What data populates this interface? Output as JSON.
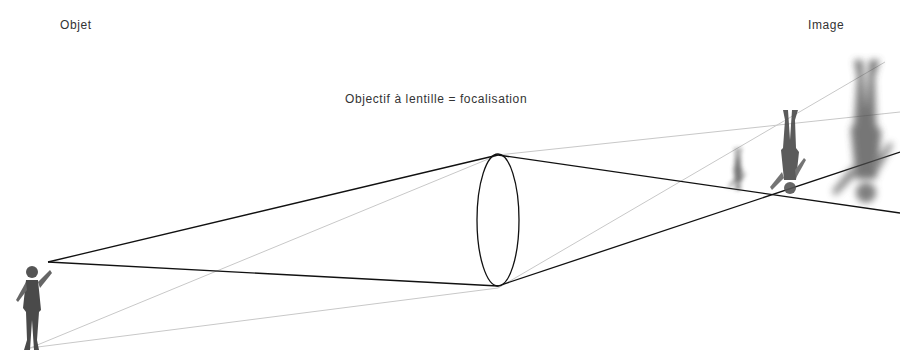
{
  "diagram": {
    "labels": [
      "Objet",
      "Image",
      "Objectif à lentille = focalisation"
    ]
  }
}
